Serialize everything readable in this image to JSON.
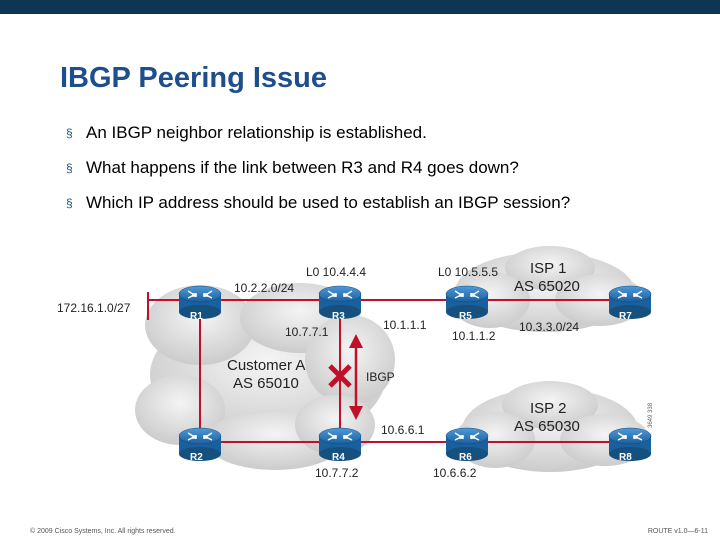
{
  "slide": {
    "title": "IBGP Peering Issue",
    "bullets": [
      "An IBGP neighbor relationship is established.",
      "What happens if the link between R3 and R4 goes down?",
      "Which IP address should be used to establish an IBGP session?"
    ],
    "bullet_marker": "§"
  },
  "diagram": {
    "routers": {
      "r1": "R1",
      "r2": "R2",
      "r3": "R3",
      "r4": "R4",
      "r5": "R5",
      "r6": "R6",
      "r7": "R7",
      "r8": "R8"
    },
    "clouds": {
      "customer": {
        "name": "Customer A",
        "as": "AS 65010"
      },
      "isp1": {
        "name": "ISP 1",
        "as": "AS 65020"
      },
      "isp2": {
        "name": "ISP 2",
        "as": "AS 65030"
      }
    },
    "labels": {
      "lan": "172.16.1.0/27",
      "r1_r3_net": "10.2.2.0/24",
      "r3_loopback": "L0 10.4.4.4",
      "r5_loopback": "L0 10.5.5.5",
      "r3_link_ip": "10.7.7.1",
      "r3_r5_ip": "10.1.1.1",
      "r5_link_ip": "10.1.1.2",
      "r5_r7_net": "10.3.3.0/24",
      "ibgp": "IBGP",
      "r4_r6_ip": "10.6.6.1",
      "r4_link_ip": "10.7.7.2",
      "r6_link_ip": "10.6.6.2"
    },
    "failed_link": "R3-R4",
    "colors": {
      "router": "#1f6fb5",
      "link": "#c0102a",
      "cloud": "#dcdcdc",
      "title": "#1f4e8c"
    }
  },
  "footer": {
    "copyright": "© 2009 Cisco Systems, Inc. All rights reserved.",
    "course": "ROUTE v1.0—6-11",
    "image_id": "3649 338"
  }
}
